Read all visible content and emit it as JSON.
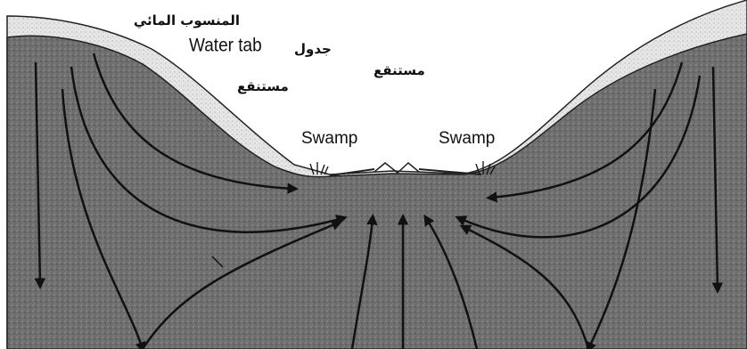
{
  "labels": {
    "water_table_ar": "المنسوب المائي",
    "water_table_en": "Water tab",
    "table_ar": "جدول",
    "discharge_ar_1": "مستنقع",
    "discharge_ar_2": "مستنقع",
    "swamp_left": "Swamp",
    "swamp_right": "Swamp"
  },
  "colors": {
    "saturated_rock": "#6e6e6e",
    "unsaturated_zone": "#d9d9d9",
    "arrow": "#111111",
    "background": "#ffffff"
  }
}
